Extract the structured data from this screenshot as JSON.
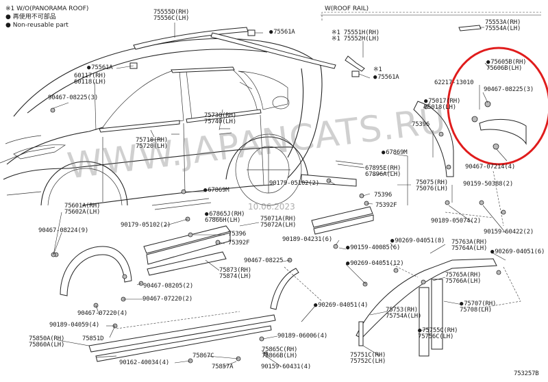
{
  "legend": {
    "panorama_note": "※1 W/O(PANORAMA ROOF)",
    "jp_note": "再使用不可部品",
    "nonreusable_note": "Non-reusable part"
  },
  "roof_rail_header": "W(ROOF RAIL)",
  "diagram_id": "753257B",
  "watermark": "WWW.JAPANCATS.RU",
  "date_stamp": "10.06.2023",
  "highlight_color": "#e01c1c",
  "labels": {
    "p75555": "75555D(RH)\n75556C(LH)",
    "p75561A_top": "75561A",
    "p75551": "※1 75551H(RH)\n※1 75552H(LH)",
    "p75553": "75553A(RH)\n75554A(LH)",
    "p75561A_left": "75561A",
    "p75561A_mid": "75561A",
    "note1": "※1",
    "p60117": "60117(RH)\n60118(LH)",
    "p90467_08225_3_left": "90467-08225(3)",
    "p75605": "75605B(RH)\n75606B(LH)",
    "p62217": "62217-13010",
    "p90467_08225_3_right": "90467-08225(3)",
    "p75017": "75017(RH)\n75018(LH)",
    "p75730": "75730(RH)\n75740(LH)",
    "p75710": "75710(RH)\n75720(LH)",
    "p75396_right": "75396",
    "p67869_right": "67869M",
    "p90467_07214": "90467-07214(4)",
    "p67895": "67895E(RH)\n67896A(LH)",
    "p90179_right": "90179-05102(2)",
    "p75075": "75075(RH)\n75076(LH)",
    "p90159_50388": "90159-50388(2)",
    "p75396_mid": "75396",
    "p75392F_right": "75392F",
    "p67869_left": "67869M",
    "p75601": "75601A(RH)\n75602A(LH)",
    "p90189_05074": "90189-05074(2)",
    "p67865": "67865J(RH)\n67866H(LH)",
    "p75071": "75071A(RH)\n75072A(LH)",
    "p90179_left": "90179-05102(2)",
    "p90159_60422": "90159-60422(2)",
    "p90467_08224": "90467-08224(9)",
    "p75396_left": "75396",
    "p90189_04231": "90189-04231(6)",
    "p90269_04051_8": "90269-04051(8)",
    "p75763": "75763A(RH)\n75764A(LH)",
    "p75392F_left": "75392F",
    "p90159_40085": "90159-40085(6)",
    "p90269_04051_6": "90269-04051(6)",
    "p90467_08225_mid": "90467-08225",
    "p90269_04051_12": "90269-04051(12)",
    "p75873": "75873(RH)\n75874(LH)",
    "p75765": "75765A(RH)\n75766A(LH)",
    "p90467_08205": "90467-08205(2)",
    "p90467_07220": "90467-07220(2)",
    "p90467_07220_4": "90467-07220(4)",
    "p90269_04051_4": "90269-04051(4)",
    "p75707": "75707(RH)\n75708(LH)",
    "p75753": "75753(RH)\n75754A(LH)",
    "p90189_04059": "90189-04059(4)",
    "p75755": "75755C(RH)\n75756C(LH)",
    "p75850": "75850A(RH)\n75860A(LH)",
    "p75851D": "75851D",
    "p90189_06006": "90189-06006(4)",
    "p75751": "75751C(RH)\n75752C(LH)",
    "p75865": "75865C(RH)\n75866B(LH)",
    "p90162": "90162-40034(4)",
    "p75867C": "75867C",
    "p75857A": "75857A",
    "p90159_60431": "90159-60431(4)"
  }
}
